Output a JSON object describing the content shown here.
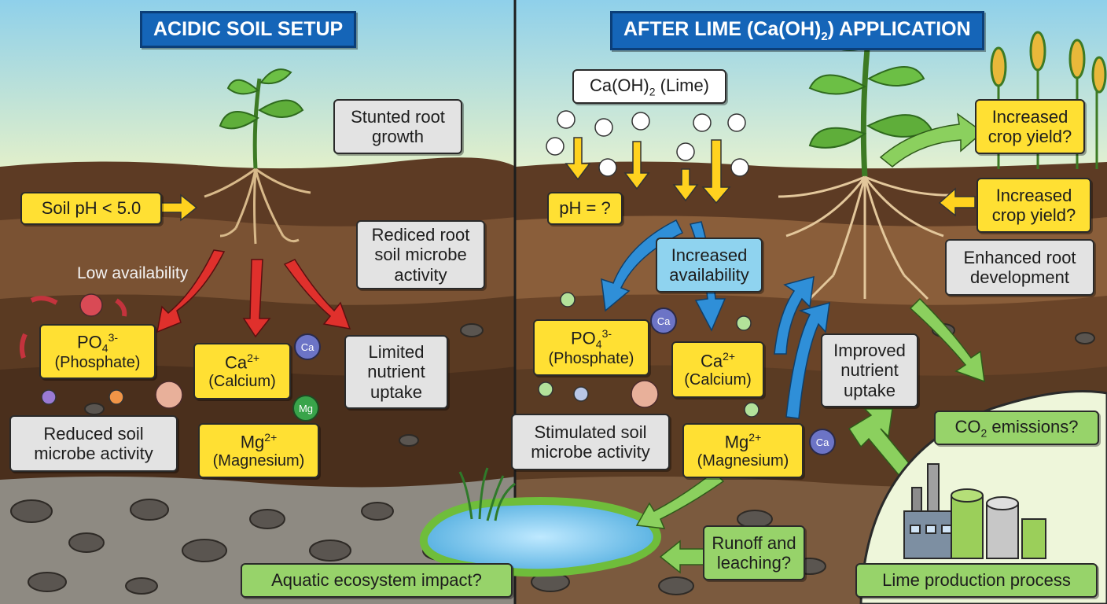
{
  "left": {
    "title": "ACIDIC SOIL SETUP",
    "soil_ph": "Soil pH < 5.0",
    "stunted": [
      "Stunted root",
      "growth"
    ],
    "reduced_root_microbe": [
      "Rediced root",
      "soil microbe",
      "activity"
    ],
    "low_availability": "Low availability",
    "phosphate": {
      "chem": "PO",
      "sub": "4",
      "sup": "3-",
      "name": "(Phosphate)"
    },
    "calcium": {
      "chem": "Ca",
      "sup": "2+",
      "name": "(Calcium)"
    },
    "magnesium": {
      "chem": "Mg",
      "sup": "2+",
      "name": "(Magnesium)"
    },
    "limited_uptake": [
      "Limited",
      "nutrient",
      "uptake"
    ],
    "reduced_microbe": [
      "Reduced soil",
      "microbe activity"
    ],
    "ion_ca": "Ca",
    "ion_mg": "Mg"
  },
  "right": {
    "title_pre": "AFTER LIME (Ca(OH)",
    "title_sub": "2",
    "title_post": ") APPLICATION",
    "lime_pre": "Ca(OH)",
    "lime_sub": "2",
    "lime_post": " (Lime)",
    "ph_question": "pH = ?",
    "increased_availability": [
      "Increased",
      "availability"
    ],
    "phosphate": {
      "chem": "PO",
      "sub": "4",
      "sup": "3-",
      "name": "(Phosphate)"
    },
    "calcium": {
      "chem": "Ca",
      "sup": "2+",
      "name": "(Calcium)"
    },
    "magnesium": {
      "chem": "Mg",
      "sup": "2+",
      "name": "(Magnesium)"
    },
    "stimulated_microbe": [
      "Stimulated soil",
      "microbe activity"
    ],
    "improved_uptake": [
      "Improved",
      "nutrient",
      "uptake"
    ],
    "enhanced_root": [
      "Enhanced root",
      "development"
    ],
    "crop_yield_top": [
      "Increased",
      "crop yield?"
    ],
    "crop_yield_mid": [
      "Increased",
      "crop yield?"
    ],
    "co2_pre": "CO",
    "co2_sub": "2",
    "co2_post": " emissions?",
    "runoff": [
      "Runoff and",
      "leaching?"
    ],
    "aquatic": "Aquatic ecosystem impact?",
    "lime_production": "Lime production process",
    "ion_ca_1": "Ca",
    "ion_ca_2": "Ca"
  },
  "colors": {
    "title_blue": "#1565b8",
    "label_yellow": "#ffe033",
    "label_grey": "#e3e3e3",
    "label_green": "#97d36a",
    "label_blue": "#8fd3ef",
    "arrow_red": "#e0302c",
    "arrow_blue": "#2f8fd8",
    "arrow_green": "#8bd05e",
    "arrow_yellow": "#ffd21f"
  }
}
